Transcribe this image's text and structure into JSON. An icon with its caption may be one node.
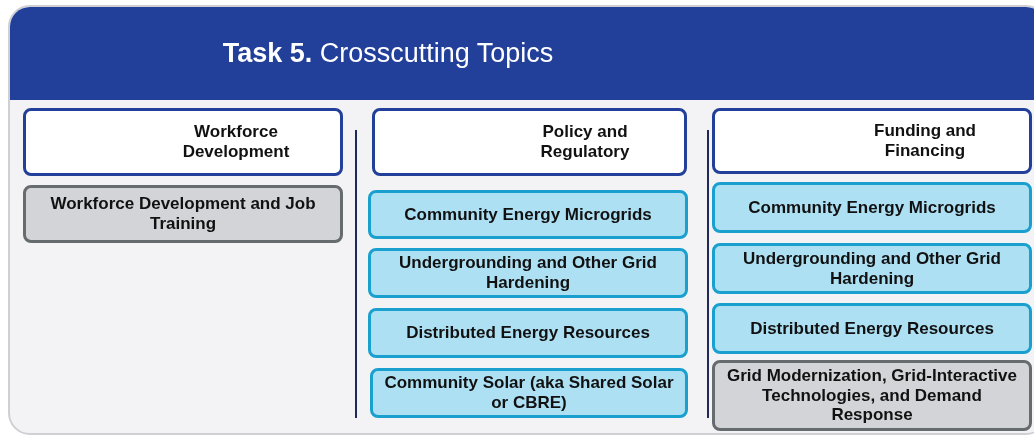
{
  "diagram": {
    "title": "**Task 5.** Crosscutting Topics",
    "nodes": [
      {
        "text": [
          "Workforce Development"
        ]
      },
      {
        "text": [
          "Workforce Development and Job Training"
        ]
      },
      {
        "text": [
          "Policy and Regulatory"
        ]
      },
      {
        "text": [
          "Community Energy Microgrids"
        ]
      },
      {
        "text": [
          "Undergrounding and Other Grid Hardening"
        ]
      },
      {
        "text": [
          "Distributed Energy Resources"
        ]
      },
      {
        "text": [
          "Community Solar (aka Shared Solar or CBRE)"
        ]
      },
      {
        "text": [
          "Funding and Financing"
        ]
      },
      {
        "text": [
          "Community Energy Microgrids"
        ]
      },
      {
        "text": [
          "Undergrounding and Other Grid Hardening"
        ]
      },
      {
        "text": [
          "Distributed Energy Resources"
        ]
      },
      {
        "text": [
          "Grid Modernization, Grid-Interactive Technologies, and Demand Response"
        ]
      }
    ]
  }
}
